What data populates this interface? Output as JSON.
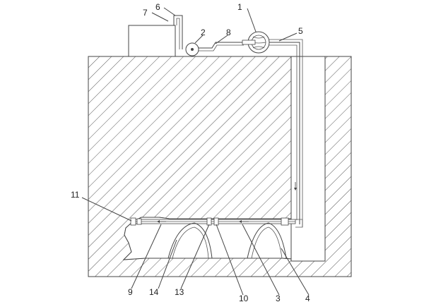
{
  "labels": {
    "l1": "1",
    "l2": "2",
    "l3": "3",
    "l4": "4",
    "l5": "5",
    "l6": "6",
    "l7": "7",
    "l8": "8",
    "l9": "9",
    "l10": "10",
    "l11": "11",
    "l13": "13",
    "l14": "14"
  },
  "colors": {
    "stroke": "#444444",
    "hatch": "#555555",
    "background": "#ffffff"
  }
}
